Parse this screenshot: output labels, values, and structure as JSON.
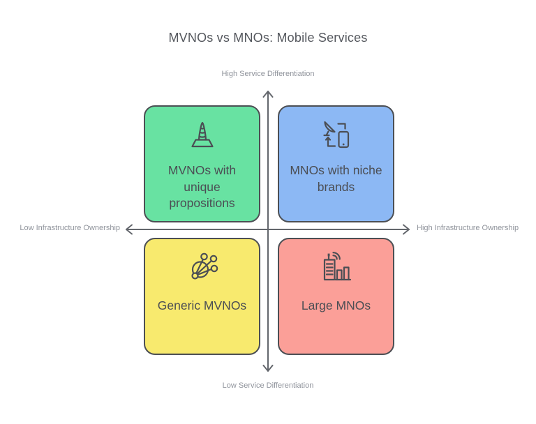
{
  "title": "MVNOs vs MNOs: Mobile Services",
  "axis_labels": {
    "top": "High Service Differentiation",
    "bottom": "Low Service Differentiation",
    "left": "Low Infrastructure Ownership",
    "right": "High Infrastructure Ownership"
  },
  "quadrants": {
    "top_left": {
      "label": "MVNOs with unique propositions",
      "icon": "traffic-cone-icon",
      "bg_color": "#68E2A2"
    },
    "top_right": {
      "label": "MNOs with niche brands",
      "icon": "satellite-phone-sync-icon",
      "bg_color": "#8CB8F4"
    },
    "bottom_left": {
      "label": "Generic MVNOs",
      "icon": "network-hub-icon",
      "bg_color": "#F8EA6E"
    },
    "bottom_right": {
      "label": "Large MNOs",
      "icon": "building-signal-icon",
      "bg_color": "#FB9F98"
    }
  },
  "colors": {
    "background": "#ffffff",
    "quadrant_border": "#4c4f54",
    "axis_line": "#63666c",
    "title_text": "#54575d",
    "quadrant_text": "#4b4e54",
    "axis_label_text": "#8f939b"
  }
}
